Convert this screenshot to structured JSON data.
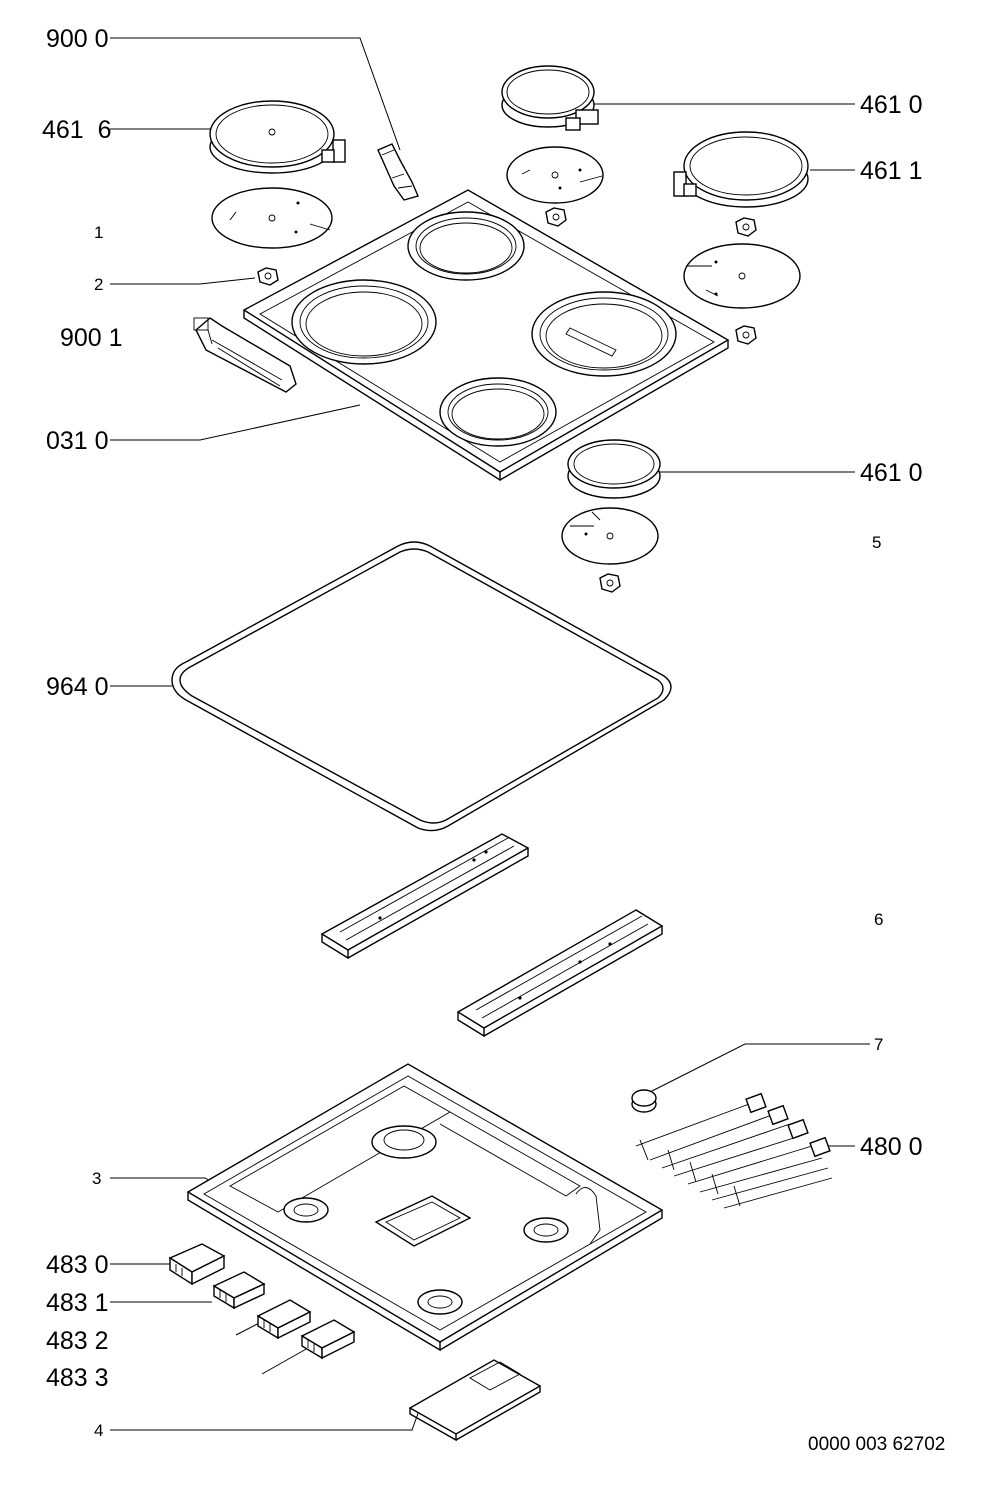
{
  "labels": {
    "l_9000": "900 0",
    "l_4616": "461  6",
    "l_1": "1",
    "l_2": "2",
    "l_9001": "900 1",
    "l_0310": "031 0",
    "l_4610_top": "461 0",
    "l_4611": "461 1",
    "l_4610_mid": "461 0",
    "l_5": "5",
    "l_9640": "964 0",
    "l_6": "6",
    "l_7": "7",
    "l_4800": "480 0",
    "l_3": "3",
    "l_4830": "483 0",
    "l_4831": "483 1",
    "l_4832": "483 2",
    "l_4833": "483 3",
    "l_4": "4"
  },
  "drawing_code": "0000 003 62702"
}
